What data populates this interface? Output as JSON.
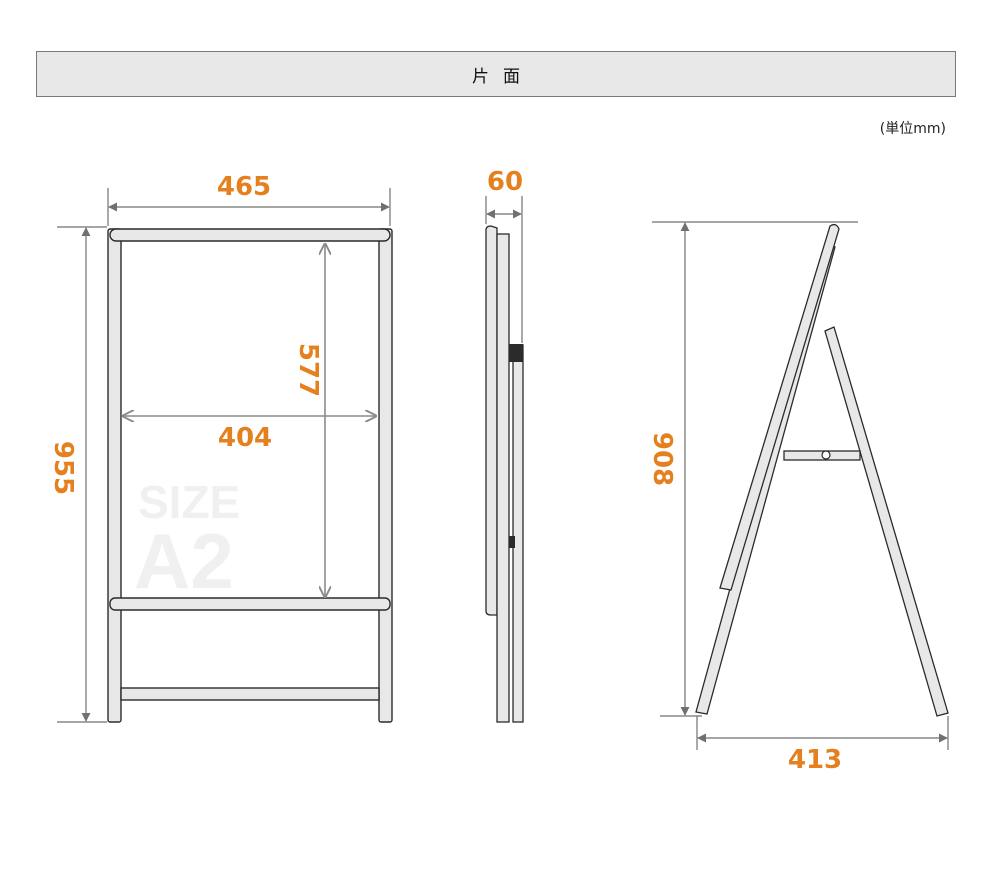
{
  "header": {
    "title": "片面"
  },
  "unit_note": "(単位mm)",
  "front_view": {
    "width_label": "465",
    "height_label": "955",
    "poster_width_label": "404",
    "poster_height_label": "577",
    "watermark_size_word": "SIZE",
    "watermark_size_value": "A2"
  },
  "side_view": {
    "depth_label": "60"
  },
  "open_view": {
    "height_label": "908",
    "base_label": "413"
  },
  "colors": {
    "dimension_text": "#e5801e",
    "frame_fill": "#e8e8e8",
    "frame_stroke": "#2b2b2b",
    "dimension_line": "#707070",
    "header_fill": "#e8e8e8"
  }
}
